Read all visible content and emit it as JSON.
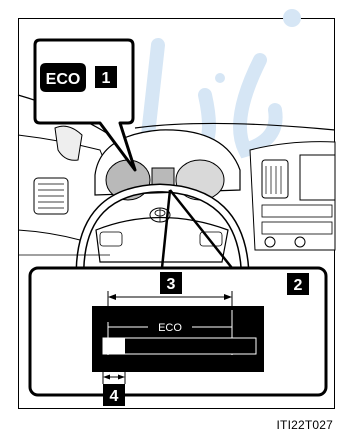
{
  "badges": {
    "eco": "ECO",
    "num1": "1",
    "num2": "2",
    "num3": "3",
    "num4": "4"
  },
  "display": {
    "eco_label": "ECO"
  },
  "figure_code": "ITI22T027",
  "icons": {
    "steering_wheel": "steering-wheel-icon",
    "toyota_logo": "toyota-logo-icon"
  },
  "colors": {
    "gray": "#b9b9b9",
    "dark": "#000000",
    "watermark": "#cfe3f6"
  }
}
